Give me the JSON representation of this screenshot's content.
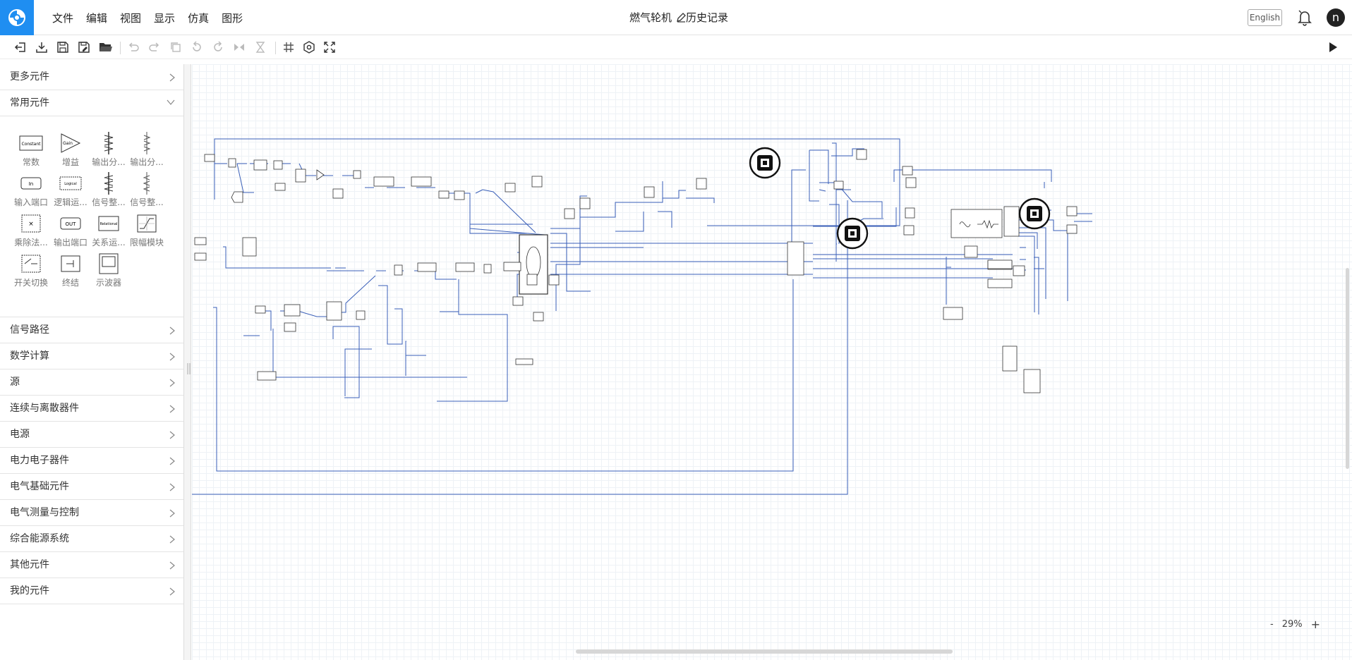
{
  "menubar": {
    "items": [
      "文件",
      "编辑",
      "视图",
      "显示",
      "仿真",
      "图形"
    ],
    "title": "燃气轮机",
    "history": "历史记录",
    "language": "English",
    "user_initial": "n"
  },
  "toolbar": {
    "icons": [
      "exit-icon",
      "download-icon",
      "save-icon",
      "save-as-icon",
      "open-folder-icon",
      "undo-icon",
      "redo-icon",
      "copy-icon",
      "rotate-left-icon",
      "rotate-right-icon",
      "flip-icon",
      "hourglass-icon",
      "grid-icon",
      "settings-icon",
      "fullscreen-icon"
    ],
    "run": "play-icon"
  },
  "sidebar": {
    "more": "更多元件",
    "common": "常用元件",
    "components": [
      {
        "label": "常数",
        "icon": "constant-icon"
      },
      {
        "label": "增益",
        "icon": "gain-icon"
      },
      {
        "label": "输出分...",
        "icon": "output-split-icon"
      },
      {
        "label": "输出分...",
        "icon": "output-split-2-icon"
      },
      {
        "label": "输入端口",
        "icon": "in-port-icon"
      },
      {
        "label": "逻辑运...",
        "icon": "logic-icon"
      },
      {
        "label": "信号整...",
        "icon": "signal-merge-icon"
      },
      {
        "label": "信号整...",
        "icon": "signal-merge-2-icon"
      },
      {
        "label": "乘除法...",
        "icon": "multiply-icon"
      },
      {
        "label": "输出端口",
        "icon": "out-port-icon"
      },
      {
        "label": "关系运...",
        "icon": "relational-icon"
      },
      {
        "label": "限幅模块",
        "icon": "saturation-icon"
      },
      {
        "label": "开关切换",
        "icon": "switch-icon"
      },
      {
        "label": "终结",
        "icon": "terminator-icon"
      },
      {
        "label": "示波器",
        "icon": "scope-icon"
      }
    ],
    "constant_text": "Constant",
    "gain_text": "Gain",
    "in_text": "In",
    "logic_text": "Logical",
    "out_text": "OUT",
    "relational_text": "Relational",
    "categories": [
      "信号路径",
      "数学计算",
      "源",
      "连续与离散器件",
      "电源",
      "电力电子器件",
      "电气基础元件",
      "电气测量与控制",
      "综合能源系统",
      "其他元件",
      "我的元件"
    ]
  },
  "canvas": {
    "zoom": "29%",
    "zoom_out": "-",
    "zoom_in": "+"
  },
  "colors": {
    "accent": "#1f8ef1",
    "wire": "#3a5fb8"
  }
}
